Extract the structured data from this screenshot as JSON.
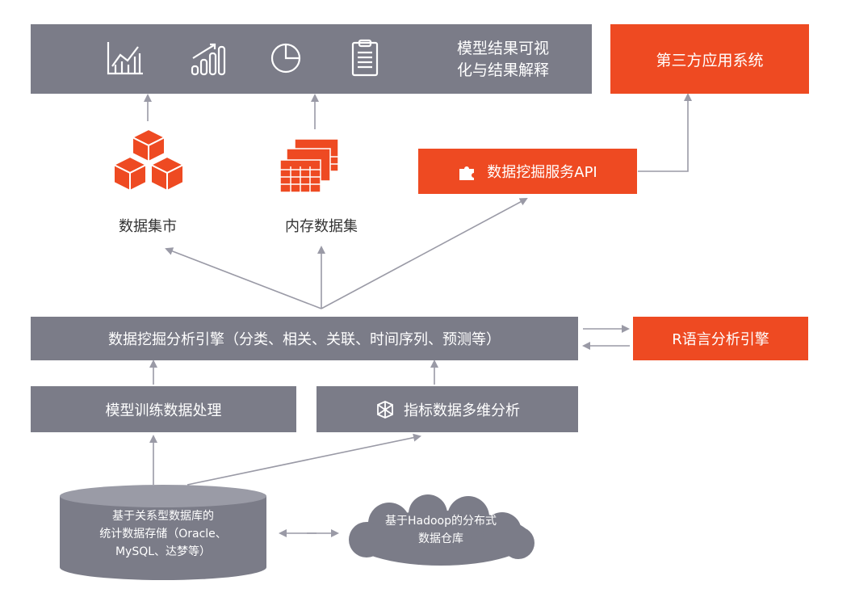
{
  "viz_panel": {
    "label_line1": "模型结果可视",
    "label_line2": "化与结果解释",
    "icons": [
      "line-chart-icon",
      "bar-chart-icon",
      "pie-chart-icon",
      "clipboard-icon"
    ]
  },
  "third_party": {
    "label": "第三方应用系统"
  },
  "api": {
    "label": "数据挖掘服务API",
    "icon": "puzzle-icon"
  },
  "data_mart": {
    "label": "数据集市",
    "icon": "cubes-icon"
  },
  "memory_dataset": {
    "label": "内存数据集",
    "icon": "tables-icon"
  },
  "engine": {
    "label": "数据挖掘分析引擎（分类、相关、关联、时间序列、预测等）"
  },
  "r_engine": {
    "label": "R语言分析引擎"
  },
  "training": {
    "label": "模型训练数据处理"
  },
  "olap": {
    "label": "指标数据多维分析",
    "icon": "cube-network-icon"
  },
  "rdb": {
    "line1": "基于关系型数据库的",
    "line2": "统计数据存储（Oracle、",
    "line3": "MySQL、达梦等）"
  },
  "hadoop": {
    "line1": "基于Hadoop的分布式",
    "line2": "数据仓库"
  },
  "colors": {
    "gray": "#7b7c88",
    "orange": "#ee4a22",
    "arrow": "#9a9aa6"
  }
}
